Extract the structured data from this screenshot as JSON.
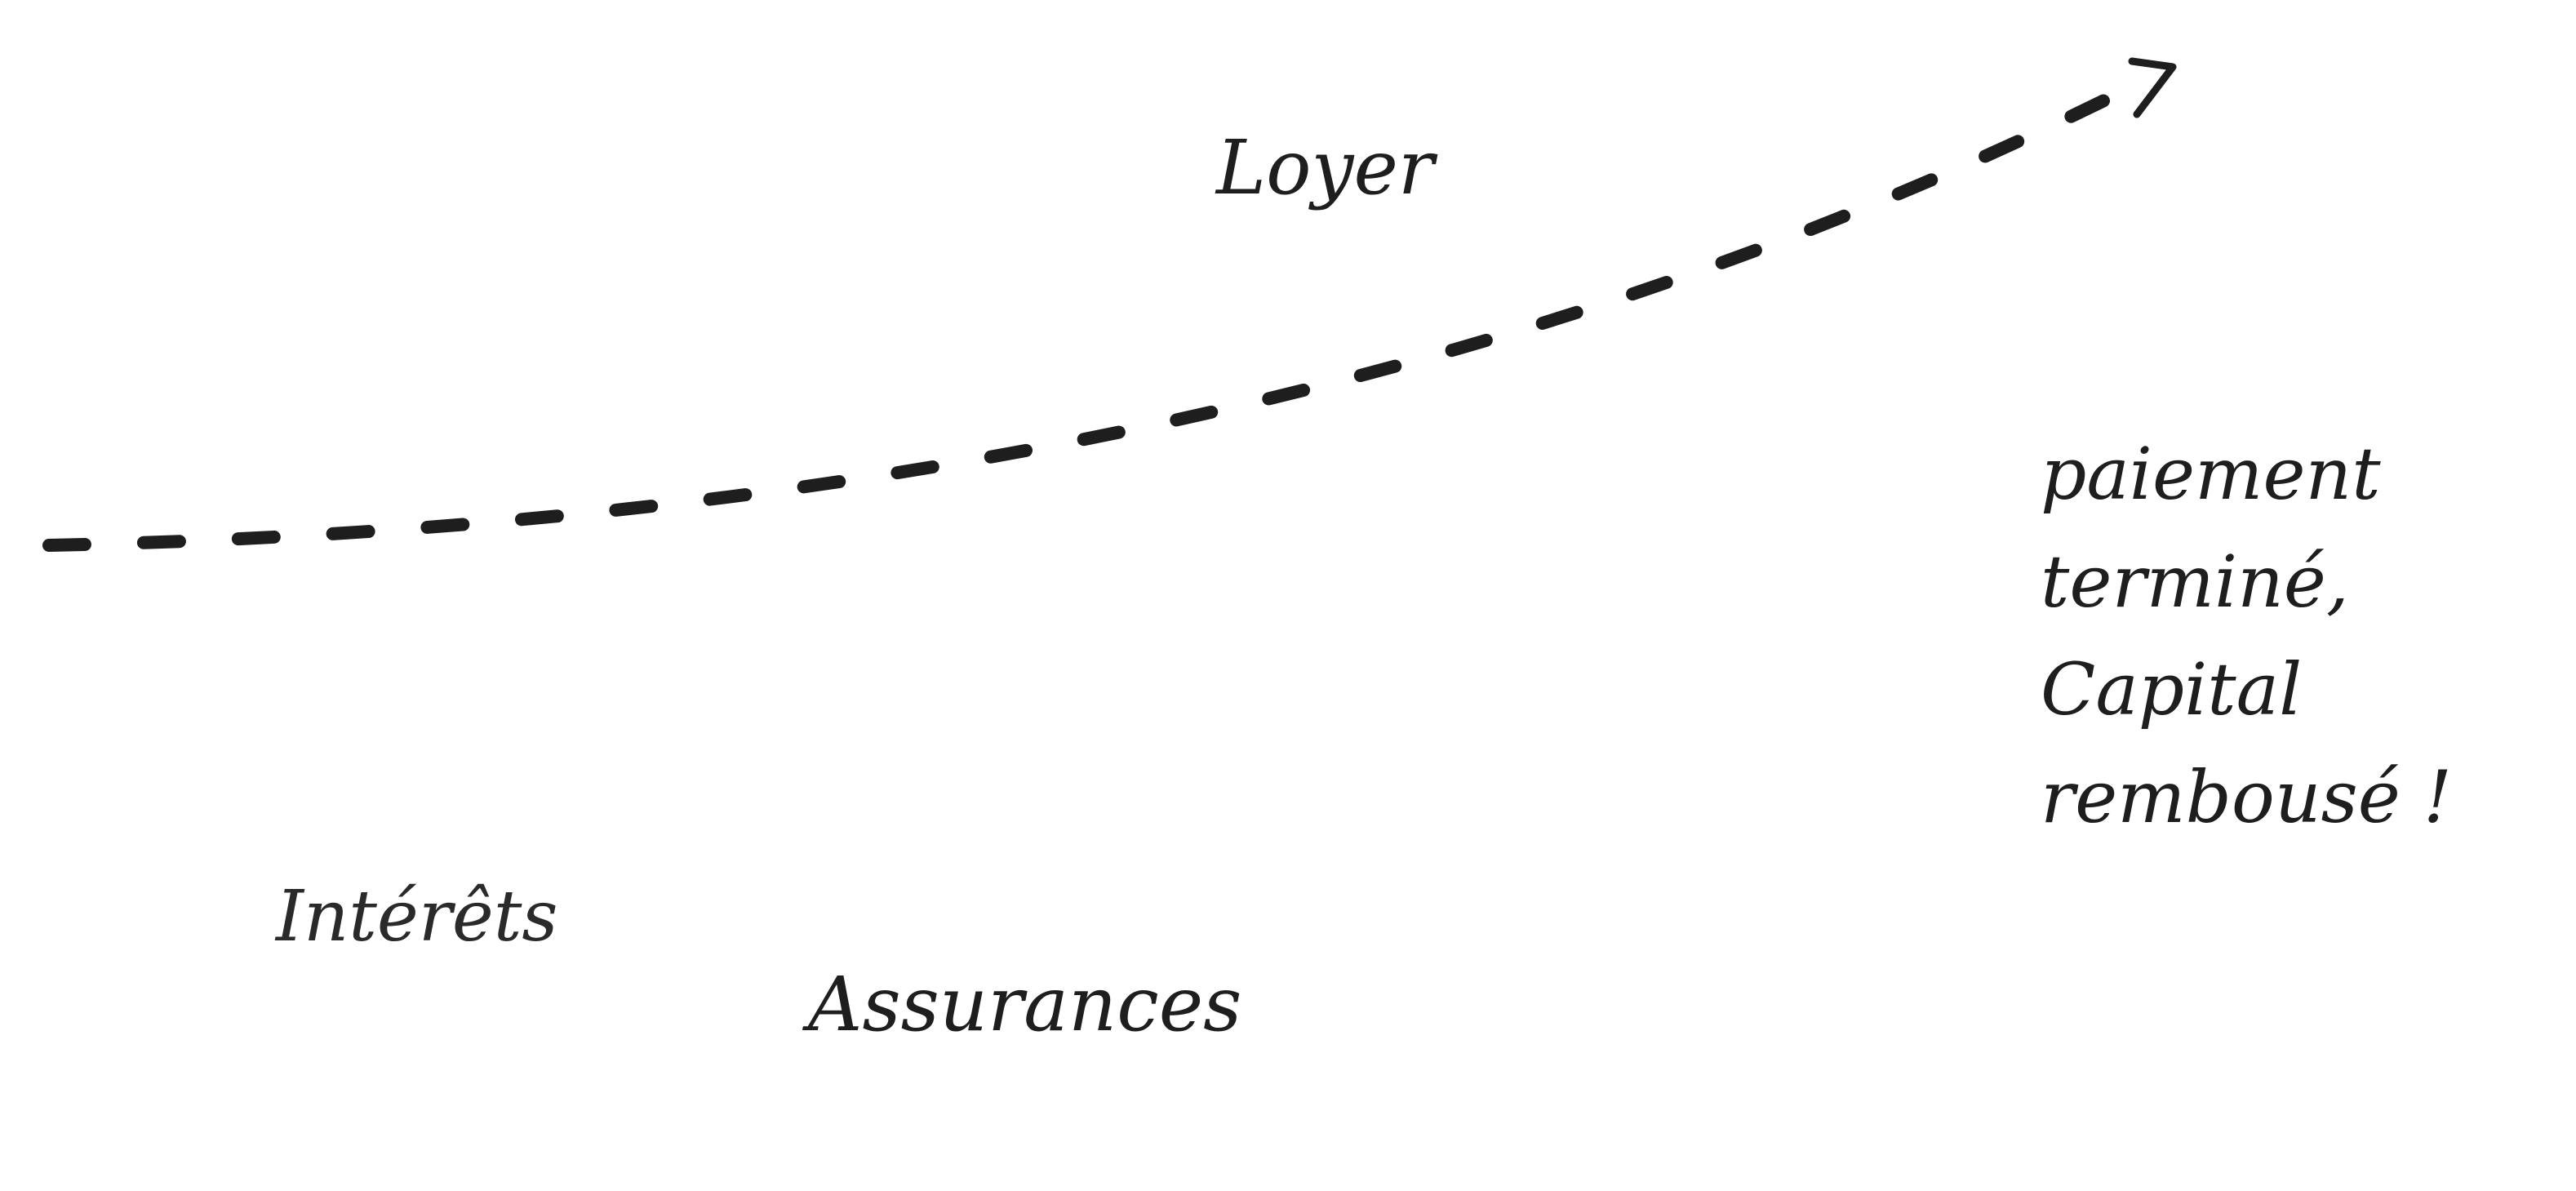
{
  "diagram": {
    "arrow": {
      "name": "loyer-trend-arrow",
      "style": "dashed",
      "color": "#1e1e1e"
    },
    "labels": {
      "loyer": "Loyer",
      "interets": "Intérêts",
      "assurances": "Assurances",
      "note_lines": [
        "paiement",
        "terminé,",
        "Capital",
        "rembousé !"
      ]
    }
  }
}
